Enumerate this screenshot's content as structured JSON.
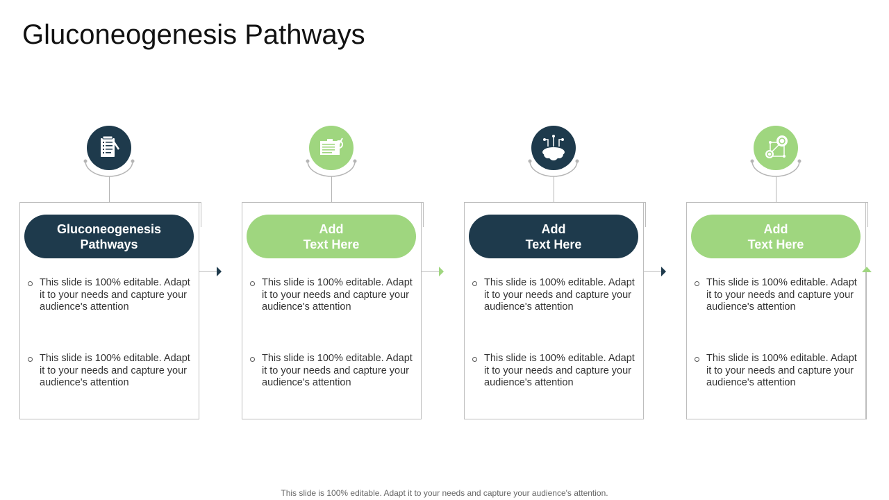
{
  "title": "Gluconeogenesis Pathways",
  "colors": {
    "dark": "#1e3a4c",
    "green": "#9fd67f",
    "border": "#bdbdbd"
  },
  "columns": [
    {
      "label": "Gluconeogenesis\nPathways",
      "theme": "dark",
      "icon": "document-checklist-icon",
      "bullets": [
        "This slide is 100% editable. Adapt it to your needs and capture your audience's attention",
        "This slide is 100% editable. Adapt it to your needs and capture your audience's attention"
      ]
    },
    {
      "label": "Add\nText Here",
      "theme": "green",
      "icon": "presentation-board-gear-icon",
      "bullets": [
        "This slide is 100% editable. Adapt it to your needs and capture your audience's attention",
        "This slide is 100% editable. Adapt it to your needs and capture your audience's attention"
      ]
    },
    {
      "label": "Add\nText Here",
      "theme": "dark",
      "icon": "cloud-network-icon",
      "bullets": [
        "This slide is 100% editable. Adapt it to your needs and capture your audience's attention",
        "This slide is 100% editable. Adapt it to your needs and capture your audience's attention"
      ]
    },
    {
      "label": "Add\nText Here",
      "theme": "green",
      "icon": "connected-gears-icon",
      "bullets": [
        "This slide is 100% editable. Adapt it to your needs and capture your audience's attention",
        "This slide is 100% editable. Adapt it to your needs and capture your audience's attention"
      ]
    }
  ],
  "footer": "This slide is 100% editable. Adapt it to your needs and capture your audience's attention."
}
